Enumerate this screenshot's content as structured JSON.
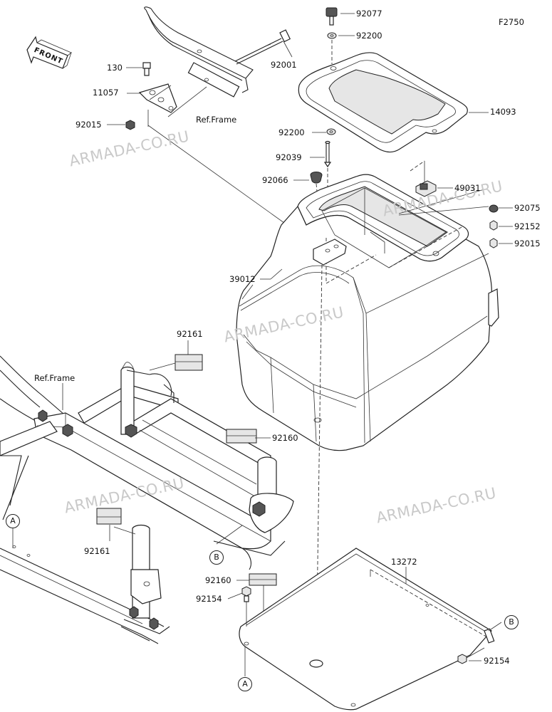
{
  "diagram_code": "F2750",
  "front_label": "FRONT",
  "watermark": "ARMADA-CO.RU",
  "ref_frame": "Ref.Frame",
  "callouts": {
    "c92077": "92077",
    "c92200a": "92200",
    "c92001": "92001",
    "c130": "130",
    "c11057": "11057",
    "c92015a": "92015",
    "c14093": "14093",
    "c92200b": "92200",
    "c92039": "92039",
    "c92066": "92066",
    "c49031": "49031",
    "c92075": "92075",
    "c92152": "92152",
    "c92015b": "92015",
    "c39012": "39012",
    "c92161a": "92161",
    "c92160a": "92160",
    "c92161b": "92161",
    "c13272": "13272",
    "c92160b": "92160",
    "c92154a": "92154",
    "c92154b": "92154"
  },
  "markers": {
    "a1": "A",
    "a2": "A",
    "b1": "B",
    "b2": "B"
  }
}
